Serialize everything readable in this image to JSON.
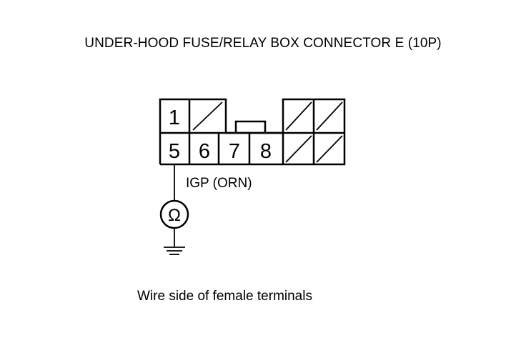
{
  "diagram": {
    "title": "UNDER-HOOD FUSE/RELAY BOX CONNECTOR E (10P)",
    "caption": "Wire side of female terminals",
    "wire_label": "IGP (ORN)",
    "meter_symbol": "Ω",
    "terminals": {
      "t1": "1",
      "t5": "5",
      "t6": "6",
      "t7": "7",
      "t8": "8"
    }
  }
}
